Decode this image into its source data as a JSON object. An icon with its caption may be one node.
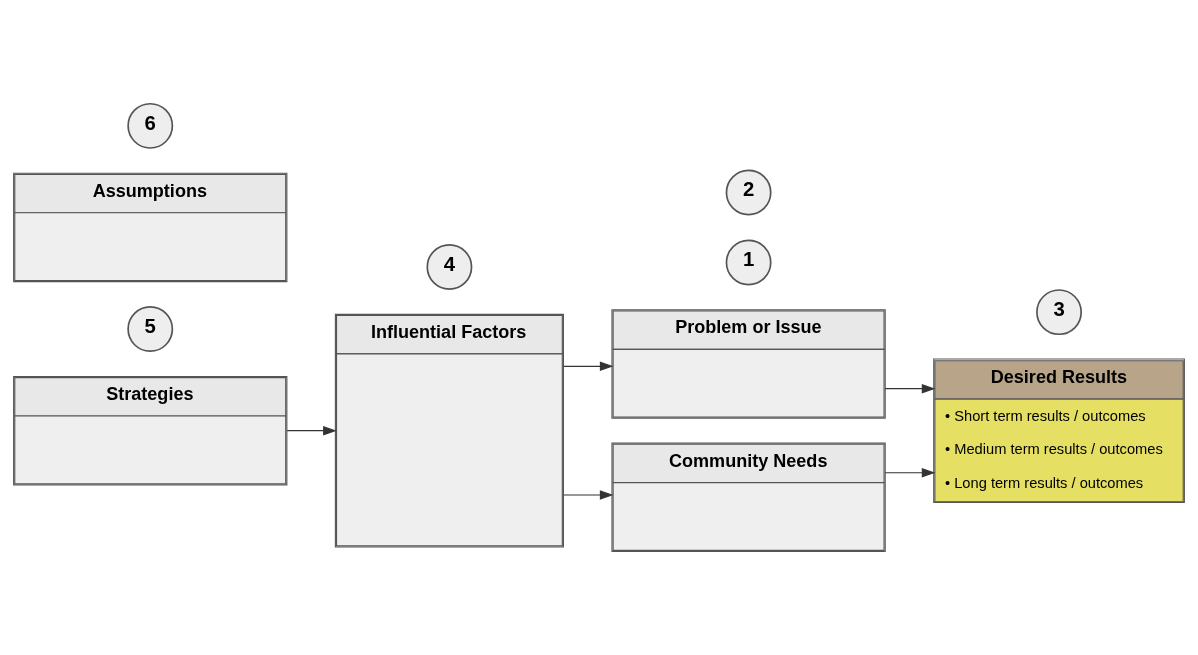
{
  "diagram": {
    "nodes": [
      {
        "text": [
          "Strategies"
        ]
      },
      {
        "text": [
          "5"
        ]
      },
      {
        "text": [
          "Assumptions"
        ]
      },
      {
        "text": [
          "6"
        ]
      },
      {
        "text": [
          "Influential Factors"
        ]
      },
      {
        "text": [
          "4"
        ]
      },
      {
        "text": [
          "Problem or Issue"
        ]
      },
      {
        "text": [
          "1"
        ]
      },
      {
        "text": [
          "Community Needs"
        ]
      },
      {
        "text": [
          "2"
        ]
      },
      {
        "text": [
          "Desired Results",
          "• Short term results / outcomes",
          "• Medium term results / outcomes",
          "• Long term results / outcomes"
        ]
      },
      {
        "text": [
          "3"
        ]
      }
    ],
    "edges": [
      {
        "from": 0,
        "to": 4,
        "arrow": "to"
      },
      {
        "from": 4,
        "to": 6,
        "arrow": "to"
      },
      {
        "from": 4,
        "to": 8,
        "arrow": "to"
      },
      {
        "from": 6,
        "to": 10,
        "arrow": "to"
      },
      {
        "from": 8,
        "to": 10,
        "arrow": "to"
      }
    ]
  }
}
